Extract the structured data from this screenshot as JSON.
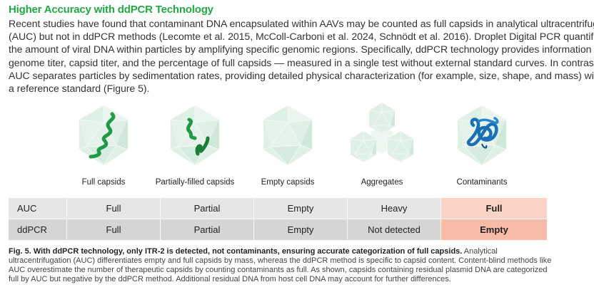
{
  "heading": "Higher Accuracy with ddPCR Technology",
  "intro_lines": [
    "Recent studies have found that contaminant DNA encapsulated within AAVs may be counted as full capsids in analytical ultracentrifugation",
    "(AUC) but not in ddPCR methods (Lecomte et al. 2015, McColl-Carboni et al. 2024, Schnödt et al. 2016). Droplet Digital PCR quantifies",
    "the amount of viral DNA within particles by amplifying specific genomic regions. Specifically, ddPCR technology provides information on",
    "genome titer, capsid titer, and the percentage of full capsids — measured in a single test without external standard curves. In contrast,",
    "AUC separates particles by sedimentation rates, providing detailed physical characterization (for example, size, shape, and mass) without",
    "a reference standard (Figure 5)."
  ],
  "capsids": [
    {
      "label": "Full capsids",
      "icon": "full-capsid-icon"
    },
    {
      "label": "Partially-filled capsids",
      "icon": "partial-capsid-icon"
    },
    {
      "label": "Empty capsids",
      "icon": "empty-capsid-icon"
    },
    {
      "label": "Aggregates",
      "icon": "aggregate-capsids-icon"
    },
    {
      "label": "Contaminants",
      "icon": "contaminant-capsid-icon"
    }
  ],
  "table": {
    "rows": [
      {
        "method": "AUC",
        "cells": [
          "Full",
          "Partial",
          "Empty",
          "Heavy",
          "Full"
        ]
      },
      {
        "method": "ddPCR",
        "cells": [
          "Full",
          "Partial",
          "Empty",
          "Not detected",
          "Empty"
        ]
      }
    ]
  },
  "colors": {
    "heading_green": "#24a844",
    "capsid_fill": "#dff0e6",
    "dna_green": "#1f9a45",
    "contaminant_blue": "#1a6fb5",
    "row1_bg": "#e6e6e6",
    "row2_bg": "#d5d5d5",
    "highlight_row1": "#fcd3c6",
    "highlight_row2": "#f8bba8"
  },
  "caption": {
    "bold": "Fig. 5. With ddPCR technology, only ITR-2 is detected, not contaminants, ensuring accurate categorization of full capsids.",
    "first_line_rest": " Analytical",
    "lines": [
      "ultracentrifugation (AUC) differentiates empty and full capsids by mass, whereas the ddPCR method is specific to capsid content. Content-blind methods like",
      "AUC overestimate the number of therapeutic capsids by counting contaminants as full. As shown, capsids containing residual plasmid DNA are categorized",
      "full by AUC but negative by the ddPCR method. Additional residual DNA from host cell DNA may account for further differences."
    ]
  }
}
